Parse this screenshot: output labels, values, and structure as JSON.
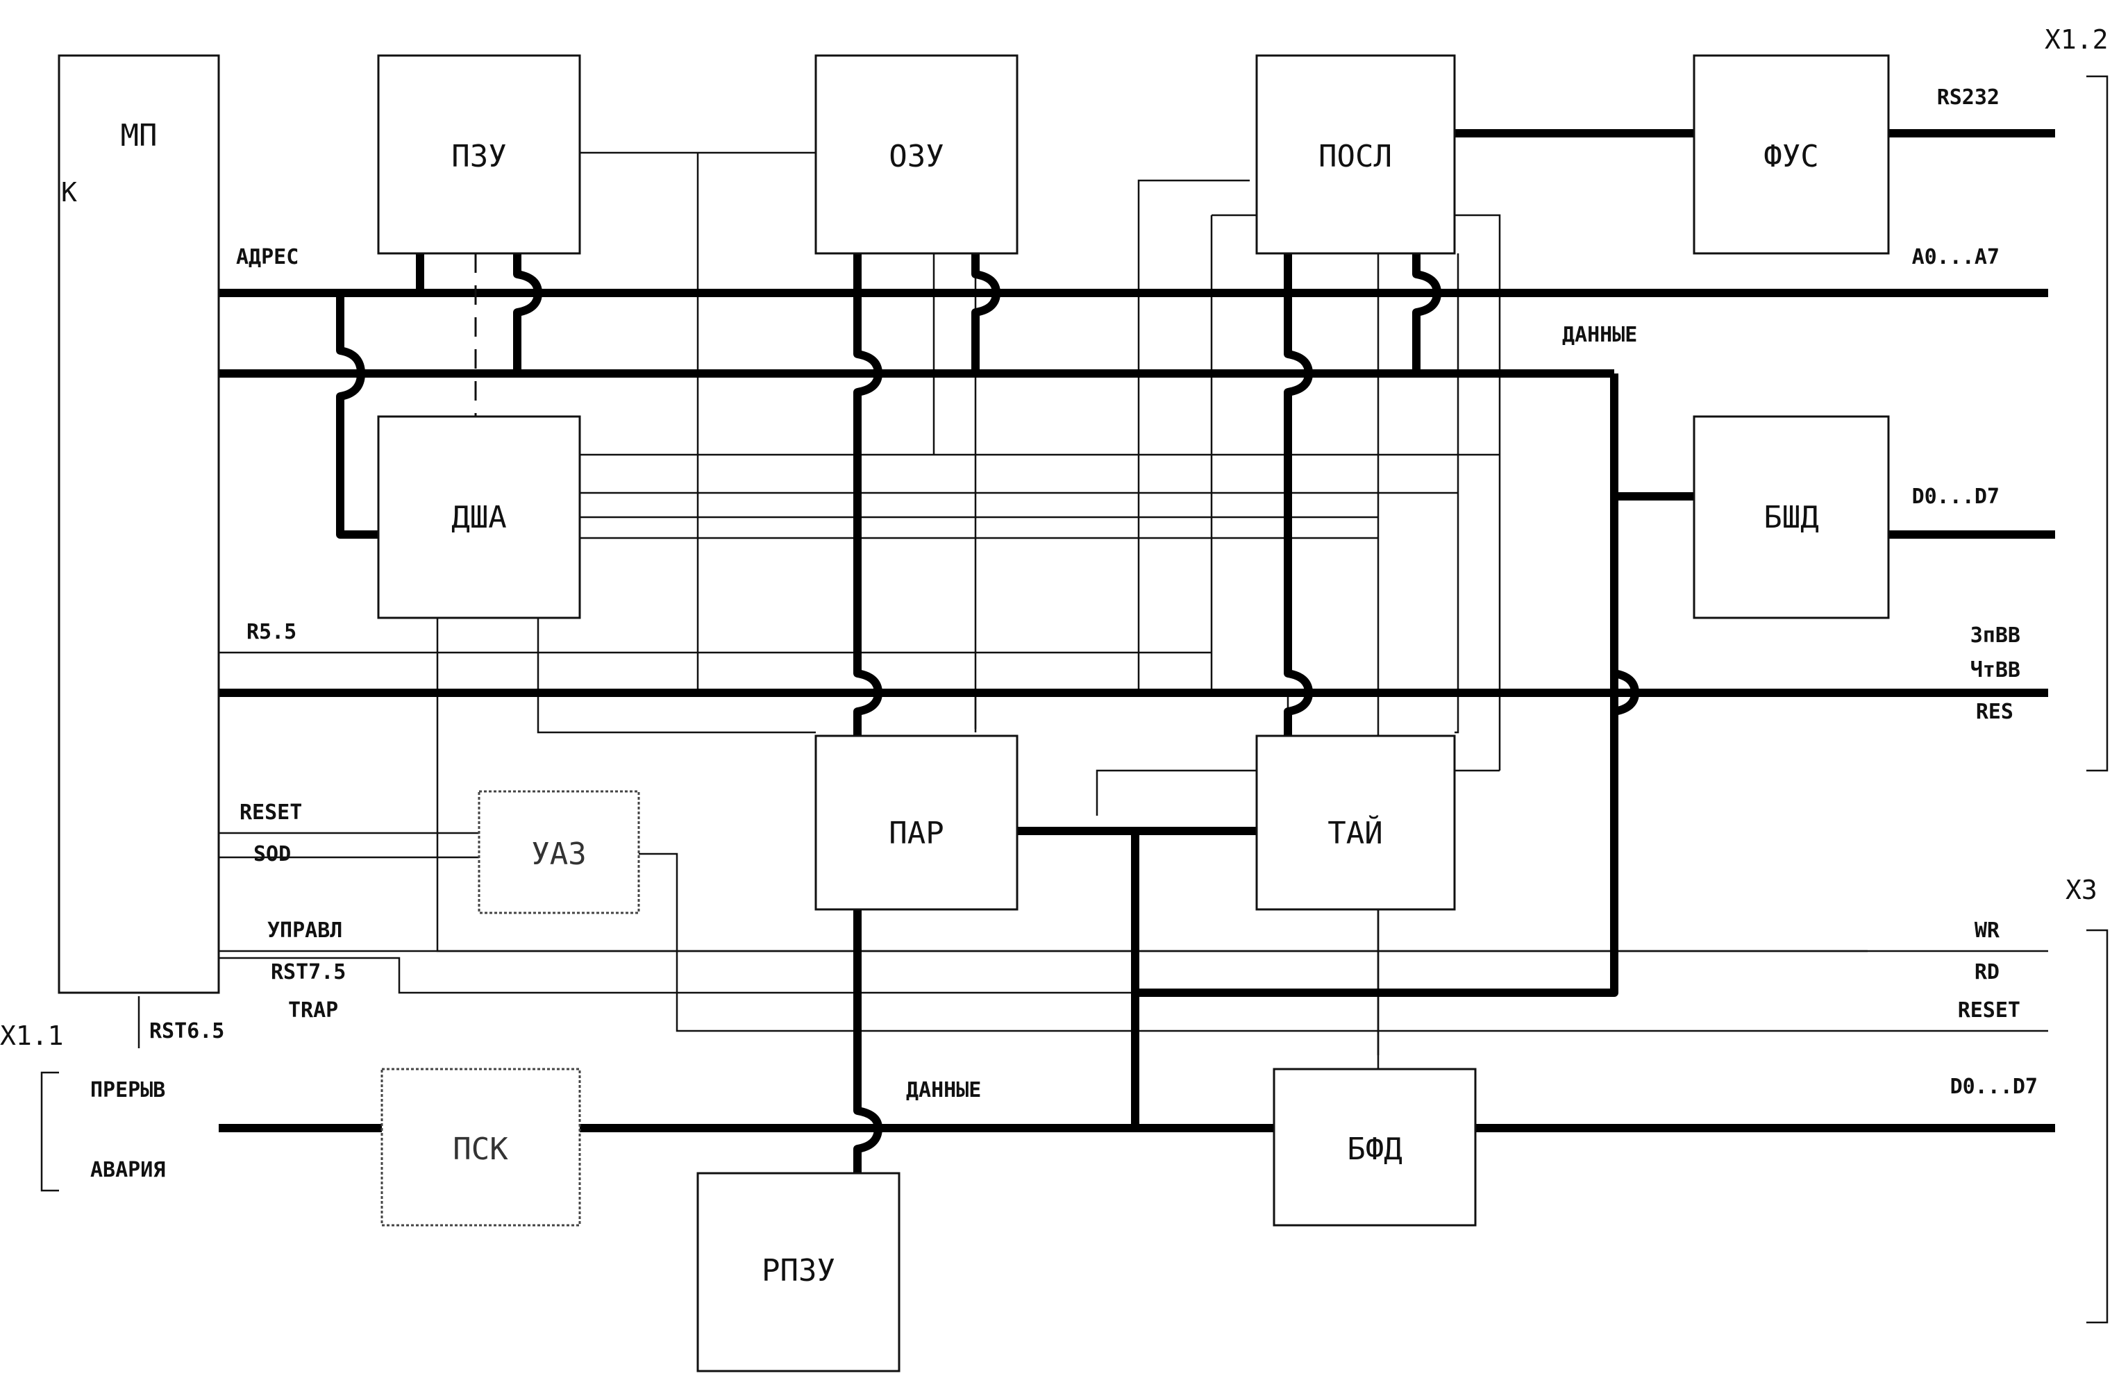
{
  "blocks": {
    "mp": "МП",
    "mp_k": "К",
    "pzu": "ПЗУ",
    "ozu": "ОЗУ",
    "posl": "ПОСЛ",
    "fus": "ФУС",
    "dsha": "ДША",
    "bshd": "БШД",
    "par": "ПАР",
    "tai": "ТАЙ",
    "uaz": "УАЗ",
    "psk": "ПСК",
    "bfd": "БФД",
    "rpzu": "РПЗУ"
  },
  "buses": {
    "address": "АДРЕС",
    "data_top": "ДАННЫЕ",
    "data_bottom": "ДАННЫЕ"
  },
  "signals_left": {
    "r55": "R5.5",
    "reset": "RESET",
    "sod": "SOD",
    "uprav": "УПРАВЛ",
    "rst75": "RST7.5",
    "trap": "TRAP",
    "rst65": "RST6.5"
  },
  "connectors": {
    "x11": "X1.1",
    "x12": "X1.2",
    "x3": "X3"
  },
  "x11_pins": {
    "prer": "ПРЕРЫВ",
    "avar": "АВАРИЯ"
  },
  "x12_pins": {
    "rs232": "RS232",
    "a0a7": "A0...A7",
    "d0d7": "D0...D7",
    "zapvv": "ЗпВВ",
    "chtvv": "ЧтВВ",
    "res": "RES"
  },
  "x3_pins": {
    "wr": "WR",
    "rd": "RD",
    "reset": "RESET",
    "d0d7": "D0...D7"
  }
}
